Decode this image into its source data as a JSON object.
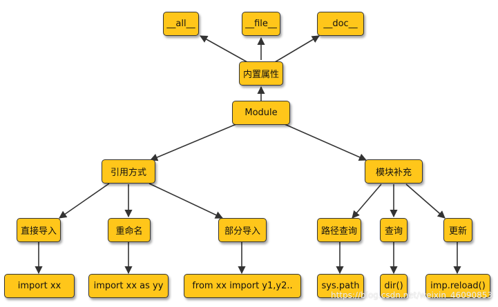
{
  "nodes": {
    "all": "__all__",
    "file": "__file__",
    "doc": "__doc__",
    "builtin_attrs": "内置属性",
    "module": "Module",
    "import_methods": "引用方式",
    "module_supplement": "模块补充",
    "direct_import": "直接导入",
    "rename": "重命名",
    "partial_import": "部分导入",
    "path_lookup": "路径查询",
    "query": "查询",
    "update": "更新",
    "import_xx": "import xx",
    "import_as": "import xx as yy",
    "from_import": "from xx import y1,y2..",
    "sys_path": "sys.path",
    "dir": "dir()",
    "imp_reload": "imp.reload()"
  },
  "watermark": "https://blog.csdn.net/weixin_46090853",
  "colors": {
    "node_fill": "#ffc61a",
    "node_border": "#333333",
    "edge": "#333333"
  }
}
